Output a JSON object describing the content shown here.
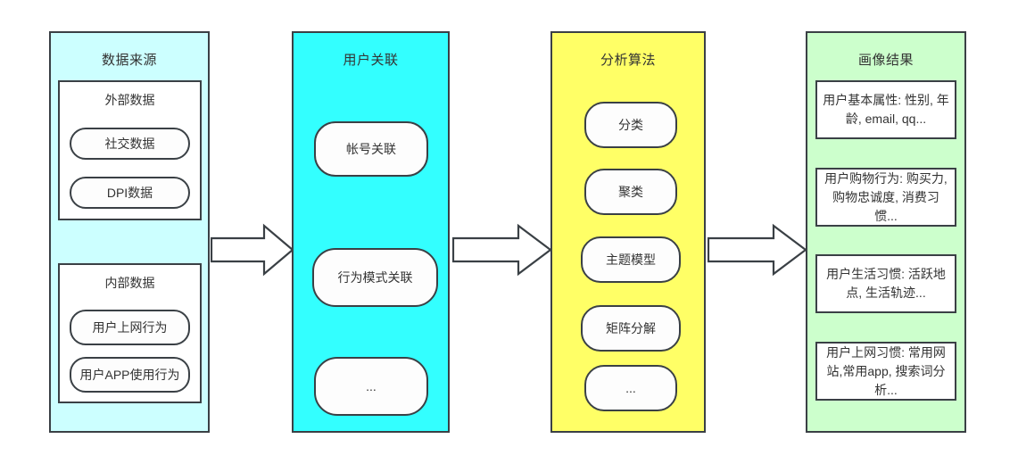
{
  "diagram": {
    "columns": [
      {
        "id": "data-source",
        "title": "数据来源",
        "color": "#ccffff",
        "groups": [
          {
            "id": "external",
            "title": "外部数据",
            "items": [
              "社交数据",
              "DPI数据"
            ]
          },
          {
            "id": "internal",
            "title": "内部数据",
            "items": [
              "用户上网行为",
              "用户APP使用行为"
            ]
          }
        ]
      },
      {
        "id": "user-association",
        "title": "用户关联",
        "color": "#33ffff",
        "items": [
          "帐号关联",
          "行为模式关联",
          "..."
        ]
      },
      {
        "id": "analysis-algorithm",
        "title": "分析算法",
        "color": "#ffff66",
        "items": [
          "分类",
          "聚类",
          "主题模型",
          "矩阵分解",
          "..."
        ]
      },
      {
        "id": "profile-result",
        "title": "画像结果",
        "color": "#ccffcc",
        "items": [
          "用户基本属性: 性别, 年龄, email, qq...",
          "用户购物行为: 购买力,购物忠诚度, 消费习惯...",
          "用户生活习惯: 活跃地点, 生活轨迹...",
          "用户上网习惯: 常用网站,常用app, 搜索词分析..."
        ]
      }
    ],
    "arrows": [
      {
        "id": "arrow-source-to-association",
        "direction": "right"
      },
      {
        "id": "arrow-association-to-algorithm",
        "direction": "right"
      },
      {
        "id": "arrow-algorithm-to-result",
        "direction": "right"
      }
    ],
    "colors": {
      "border": "#3a4045",
      "text": "#333333",
      "panel_source": "#ccffff",
      "panel_association": "#33ffff",
      "panel_algorithm": "#ffff66",
      "panel_result": "#ccffcc",
      "item_fill": "#ffffff"
    }
  }
}
